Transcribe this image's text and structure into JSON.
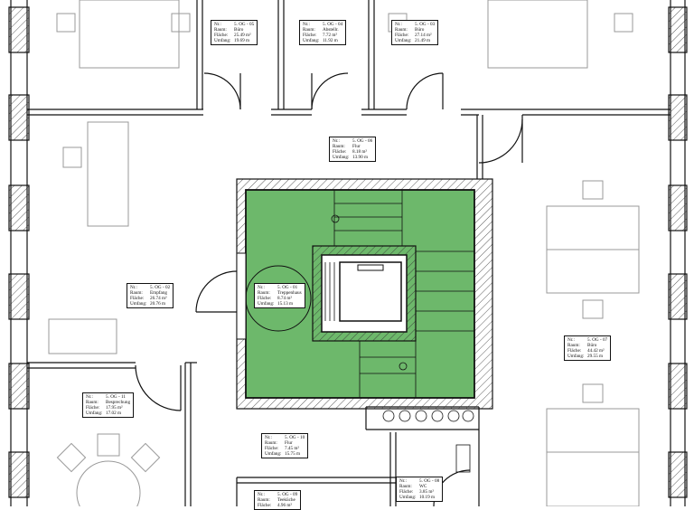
{
  "plan": {
    "colors": {
      "stair_core": "#6db86b",
      "wall": "#111111",
      "furniture": "#999999"
    },
    "field_labels": {
      "nr": "Nr.:",
      "raum": "Raum:",
      "flaeche": "Fläche:",
      "umfang": "Umfang:"
    },
    "rooms": [
      {
        "nr": "5. OG - 05",
        "raum": "Büro",
        "flaeche": "25.49 m²",
        "umfang": "19.69 m"
      },
      {
        "nr": "5. OG - 04",
        "raum": "Abstellr.",
        "flaeche": "7.72 m²",
        "umfang": "11.92 m"
      },
      {
        "nr": "5. OG - 03",
        "raum": "Büro",
        "flaeche": "27.14 m²",
        "umfang": "21.49 m"
      },
      {
        "nr": "5. OG - 06",
        "raum": "Flur",
        "flaeche": "8.18 m²",
        "umfang": "13.90 m"
      },
      {
        "nr": "5. OG - 02",
        "raum": "Empfang",
        "flaeche": "26.74 m²",
        "umfang": "20.76 m"
      },
      {
        "nr": "5. OG - 01",
        "raum": "Treppenhaus",
        "flaeche": "8.74 m²",
        "umfang": "15.13 m"
      },
      {
        "nr": "5. OG - 07",
        "raum": "Büro",
        "flaeche": "44.42 m²",
        "umfang": "29.55 m"
      },
      {
        "nr": "5. OG - 11",
        "raum": "Besprechung",
        "flaeche": "17.95 m²",
        "umfang": "17.02 m"
      },
      {
        "nr": "5. OG - 10",
        "raum": "Flur",
        "flaeche": "7.45 m²",
        "umfang": "15.75 m"
      },
      {
        "nr": "5. OG - 09",
        "raum": "Teeküche",
        "flaeche": "4.96 m²",
        "umfang": ""
      },
      {
        "nr": "5. OG - 08",
        "raum": "WC",
        "flaeche": "3.85 m²",
        "umfang": "10.19 m"
      }
    ]
  }
}
